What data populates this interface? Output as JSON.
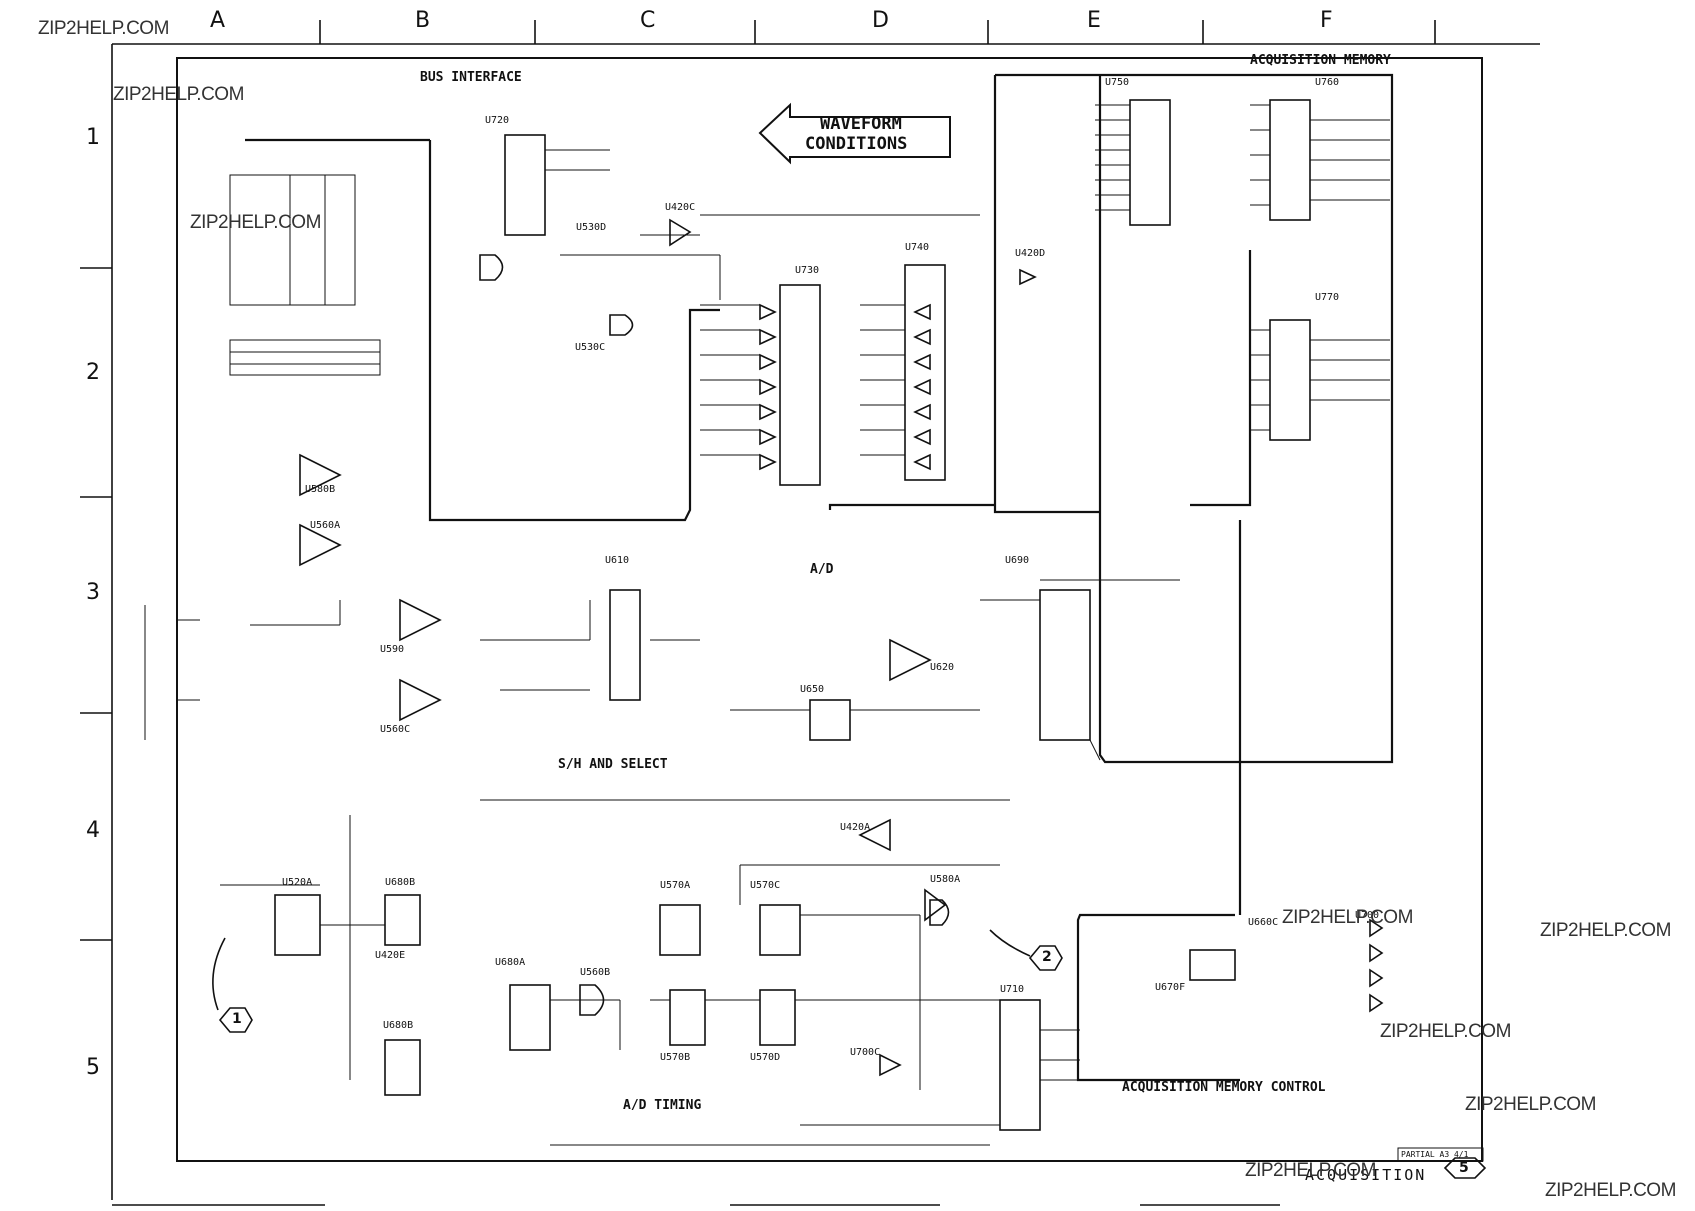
{
  "watermark": "ZIP2HELP.COM",
  "grid": {
    "columns": [
      "A",
      "B",
      "C",
      "D",
      "E",
      "F"
    ],
    "rows": [
      "1",
      "2",
      "3",
      "4",
      "5"
    ]
  },
  "sections": {
    "bus_interface": "BUS INTERFACE",
    "acquisition_memory": "ACQUISITION MEMORY",
    "waveform_conditions_line1": "WAVEFORM",
    "waveform_conditions_line2": "CONDITIONS",
    "ad": "A/D",
    "sh_select": "S/H AND SELECT",
    "ad_timing": "A/D TIMING",
    "acq_mem_control": "ACQUISITION MEMORY CONTROL"
  },
  "components": {
    "u720": "U720",
    "u730": "U730",
    "u740": "U740",
    "u750": "U750",
    "u760": "U760",
    "u770": "U770",
    "u420c": "U420C",
    "u420d": "U420D",
    "u420a": "U420A",
    "u420e": "U420E",
    "u530d": "U530D",
    "u530c": "U530C",
    "u580b": "U580B",
    "u560a": "U560A",
    "u590": "U590",
    "u560c": "U560C",
    "u610": "U610",
    "u620": "U620",
    "u650": "U650",
    "u690": "U690",
    "u520a": "U520A",
    "u680b_top": "U680B",
    "u570a": "U570A",
    "u570c": "U570C",
    "u580a": "U580A",
    "u560b": "U560B",
    "u680a": "U680A",
    "u680b": "U680B",
    "u570b": "U570B",
    "u570d": "U570D",
    "u700c": "U700C",
    "u710": "U710",
    "u700": "U700",
    "u660c": "U660C",
    "u670f": "U670F"
  },
  "callouts": {
    "one": "1",
    "two": "2",
    "five": "5"
  },
  "title_block": {
    "partial": "PARTIAL A3 4/1",
    "sheet_name": "ACQUISITION"
  }
}
